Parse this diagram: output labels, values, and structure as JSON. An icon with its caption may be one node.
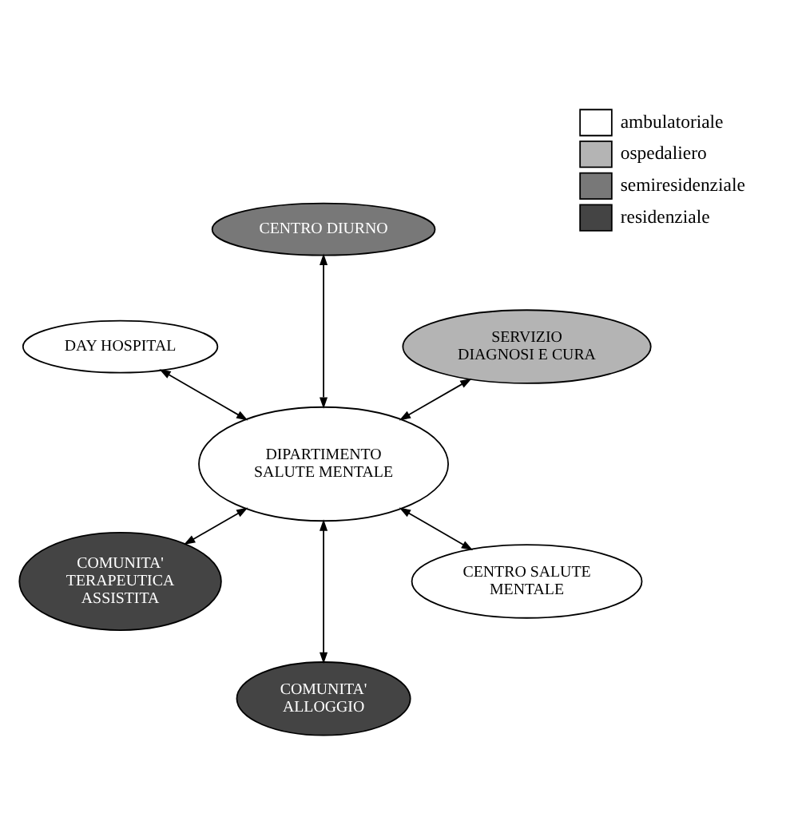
{
  "diagram": {
    "nodes": [
      {
        "text": [
          "DIPARTIMENTO SALUTE MENTALE"
        ]
      },
      {
        "text": [
          "SERVIZIO DIAGNOSI E CURA"
        ]
      },
      {
        "text": [
          "CENTRO DIURNO"
        ]
      },
      {
        "text": [
          "DAY HOSPITAL"
        ]
      },
      {
        "text": [
          "COMUNITA' TERAPEUTICA ASSISTITA"
        ]
      },
      {
        "text": [
          "COMUNITA' ALLOGGIO"
        ]
      },
      {
        "text": [
          "CENTRO SALUTE MENTALE"
        ]
      }
    ],
    "edges": [
      {
        "from": 0,
        "to": 1,
        "arrow": "both"
      },
      {
        "from": 0,
        "to": 2,
        "arrow": "both"
      },
      {
        "from": 0,
        "to": 3,
        "arrow": "both"
      },
      {
        "from": 0,
        "to": 4,
        "arrow": "both"
      },
      {
        "from": 0,
        "to": 5,
        "arrow": "both"
      },
      {
        "from": 0,
        "to": 6,
        "arrow": "both"
      }
    ],
    "legend": [
      {
        "text": "ambulatoriale",
        "color": "#ffffff"
      },
      {
        "text": "ospedaliero",
        "color": "#b4b4b4"
      },
      {
        "text": "semiresidenziale",
        "color": "#787878"
      },
      {
        "text": "residenziale",
        "color": "#444444"
      }
    ]
  }
}
